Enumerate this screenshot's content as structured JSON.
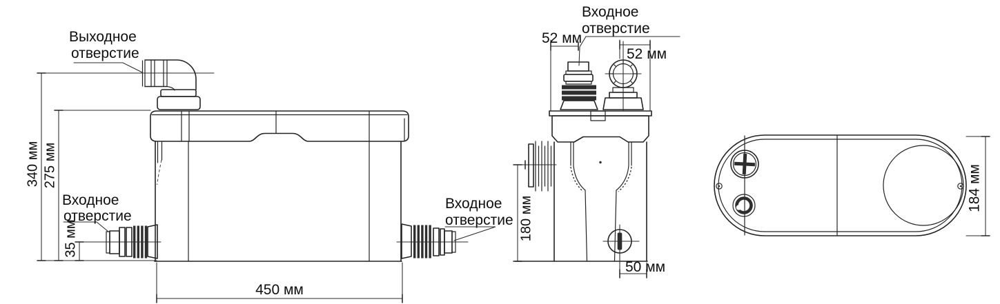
{
  "colors": {
    "line": "#222222",
    "text": "#0f0f0f",
    "background": "#ffffff"
  },
  "labels": {
    "outlet_port": {
      "line1": "Выходное",
      "line2": "отверстие"
    },
    "inlet_left": {
      "line1": "Входное",
      "line2": "отверстие"
    },
    "inlet_right": {
      "line1": "Входное",
      "line2": "отверстие"
    },
    "inlet_front": {
      "line1": "Входное",
      "line2": "отверстие"
    }
  },
  "dimensions": {
    "total_height": "340 мм",
    "body_height": "275 мм",
    "inlet_axis_height": "35 мм",
    "length": "450 мм",
    "front_left_port": "52 мм",
    "front_right_port": "52 мм",
    "side_inlet_axis_height": "180 мм",
    "drain_offset": "50 мм",
    "width": "184 мм"
  }
}
